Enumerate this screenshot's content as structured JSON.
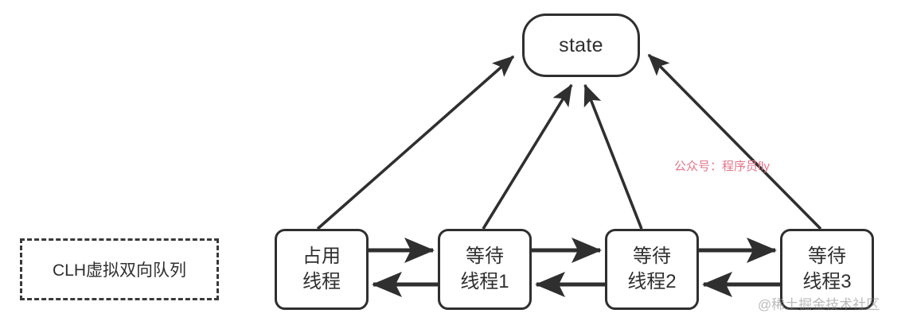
{
  "diagram": {
    "title_note_red": "公众号：程序员fly",
    "watermark": "@稀土掘金技术社区",
    "legend": {
      "label": "CLH虚拟双向队列",
      "style": "dashed-rectangle"
    },
    "state_node": {
      "label": "state",
      "shape": "rounded-rectangle"
    },
    "nodes": [
      {
        "id": "owner",
        "label": "占用\n线程",
        "shape": "rounded-rectangle"
      },
      {
        "id": "wait1",
        "label": "等待\n线程1",
        "shape": "rounded-rectangle"
      },
      {
        "id": "wait2",
        "label": "等待\n线程2",
        "shape": "rounded-rectangle"
      },
      {
        "id": "wait3",
        "label": "等待\n线程3",
        "shape": "rounded-rectangle"
      }
    ],
    "edges_to_state": [
      {
        "from": "owner",
        "to": "state",
        "direction": "up-right"
      },
      {
        "from": "wait1",
        "to": "state",
        "direction": "up-right"
      },
      {
        "from": "wait2",
        "to": "state",
        "direction": "up-left"
      },
      {
        "from": "wait3",
        "to": "state",
        "direction": "up-left"
      }
    ],
    "edges_between_nodes": [
      {
        "from": "owner",
        "to": "wait1",
        "direction": "right"
      },
      {
        "from": "wait1",
        "to": "owner",
        "direction": "left"
      },
      {
        "from": "wait1",
        "to": "wait2",
        "direction": "right"
      },
      {
        "from": "wait2",
        "to": "wait1",
        "direction": "left"
      },
      {
        "from": "wait2",
        "to": "wait3",
        "direction": "right"
      },
      {
        "from": "wait3",
        "to": "wait2",
        "direction": "left"
      }
    ],
    "colors": {
      "stroke": "#2f2f2f",
      "background": "#ffffff",
      "note_red": "#e2768a",
      "watermark_gray": "#8a8a8a"
    }
  }
}
